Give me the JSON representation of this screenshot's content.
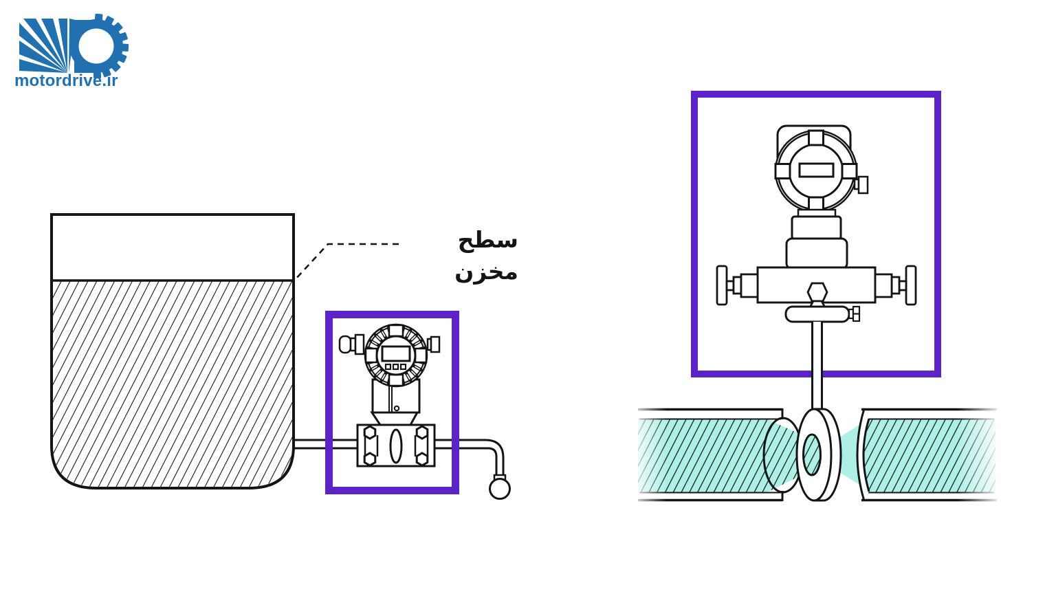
{
  "logo": {
    "text": "motordrive.ir",
    "color": "#2171B1",
    "icon": "motordrive-fan-gear-logo"
  },
  "left_diagram": {
    "level_label": "سطح مخزن",
    "elements": [
      "storage-tank",
      "liquid-with-hatching",
      "dp-level-transmitter",
      "impulse-piping",
      "drain-ball",
      "highlight-box"
    ]
  },
  "right_diagram": {
    "elements": [
      "dp-flow-transmitter",
      "three-valve-manifold",
      "stem",
      "process-pipe",
      "orifice-plate",
      "flow-fluid",
      "highlight-box"
    ]
  },
  "colors": {
    "highlight_box_purple": "#5B23C8",
    "fluid_cyan": "#AEF0E6",
    "line_black": "#141414",
    "orifice_shadow_gray": "#9AA0A2",
    "background": "#FFFFFF",
    "logo_blue": "#2171B1"
  }
}
